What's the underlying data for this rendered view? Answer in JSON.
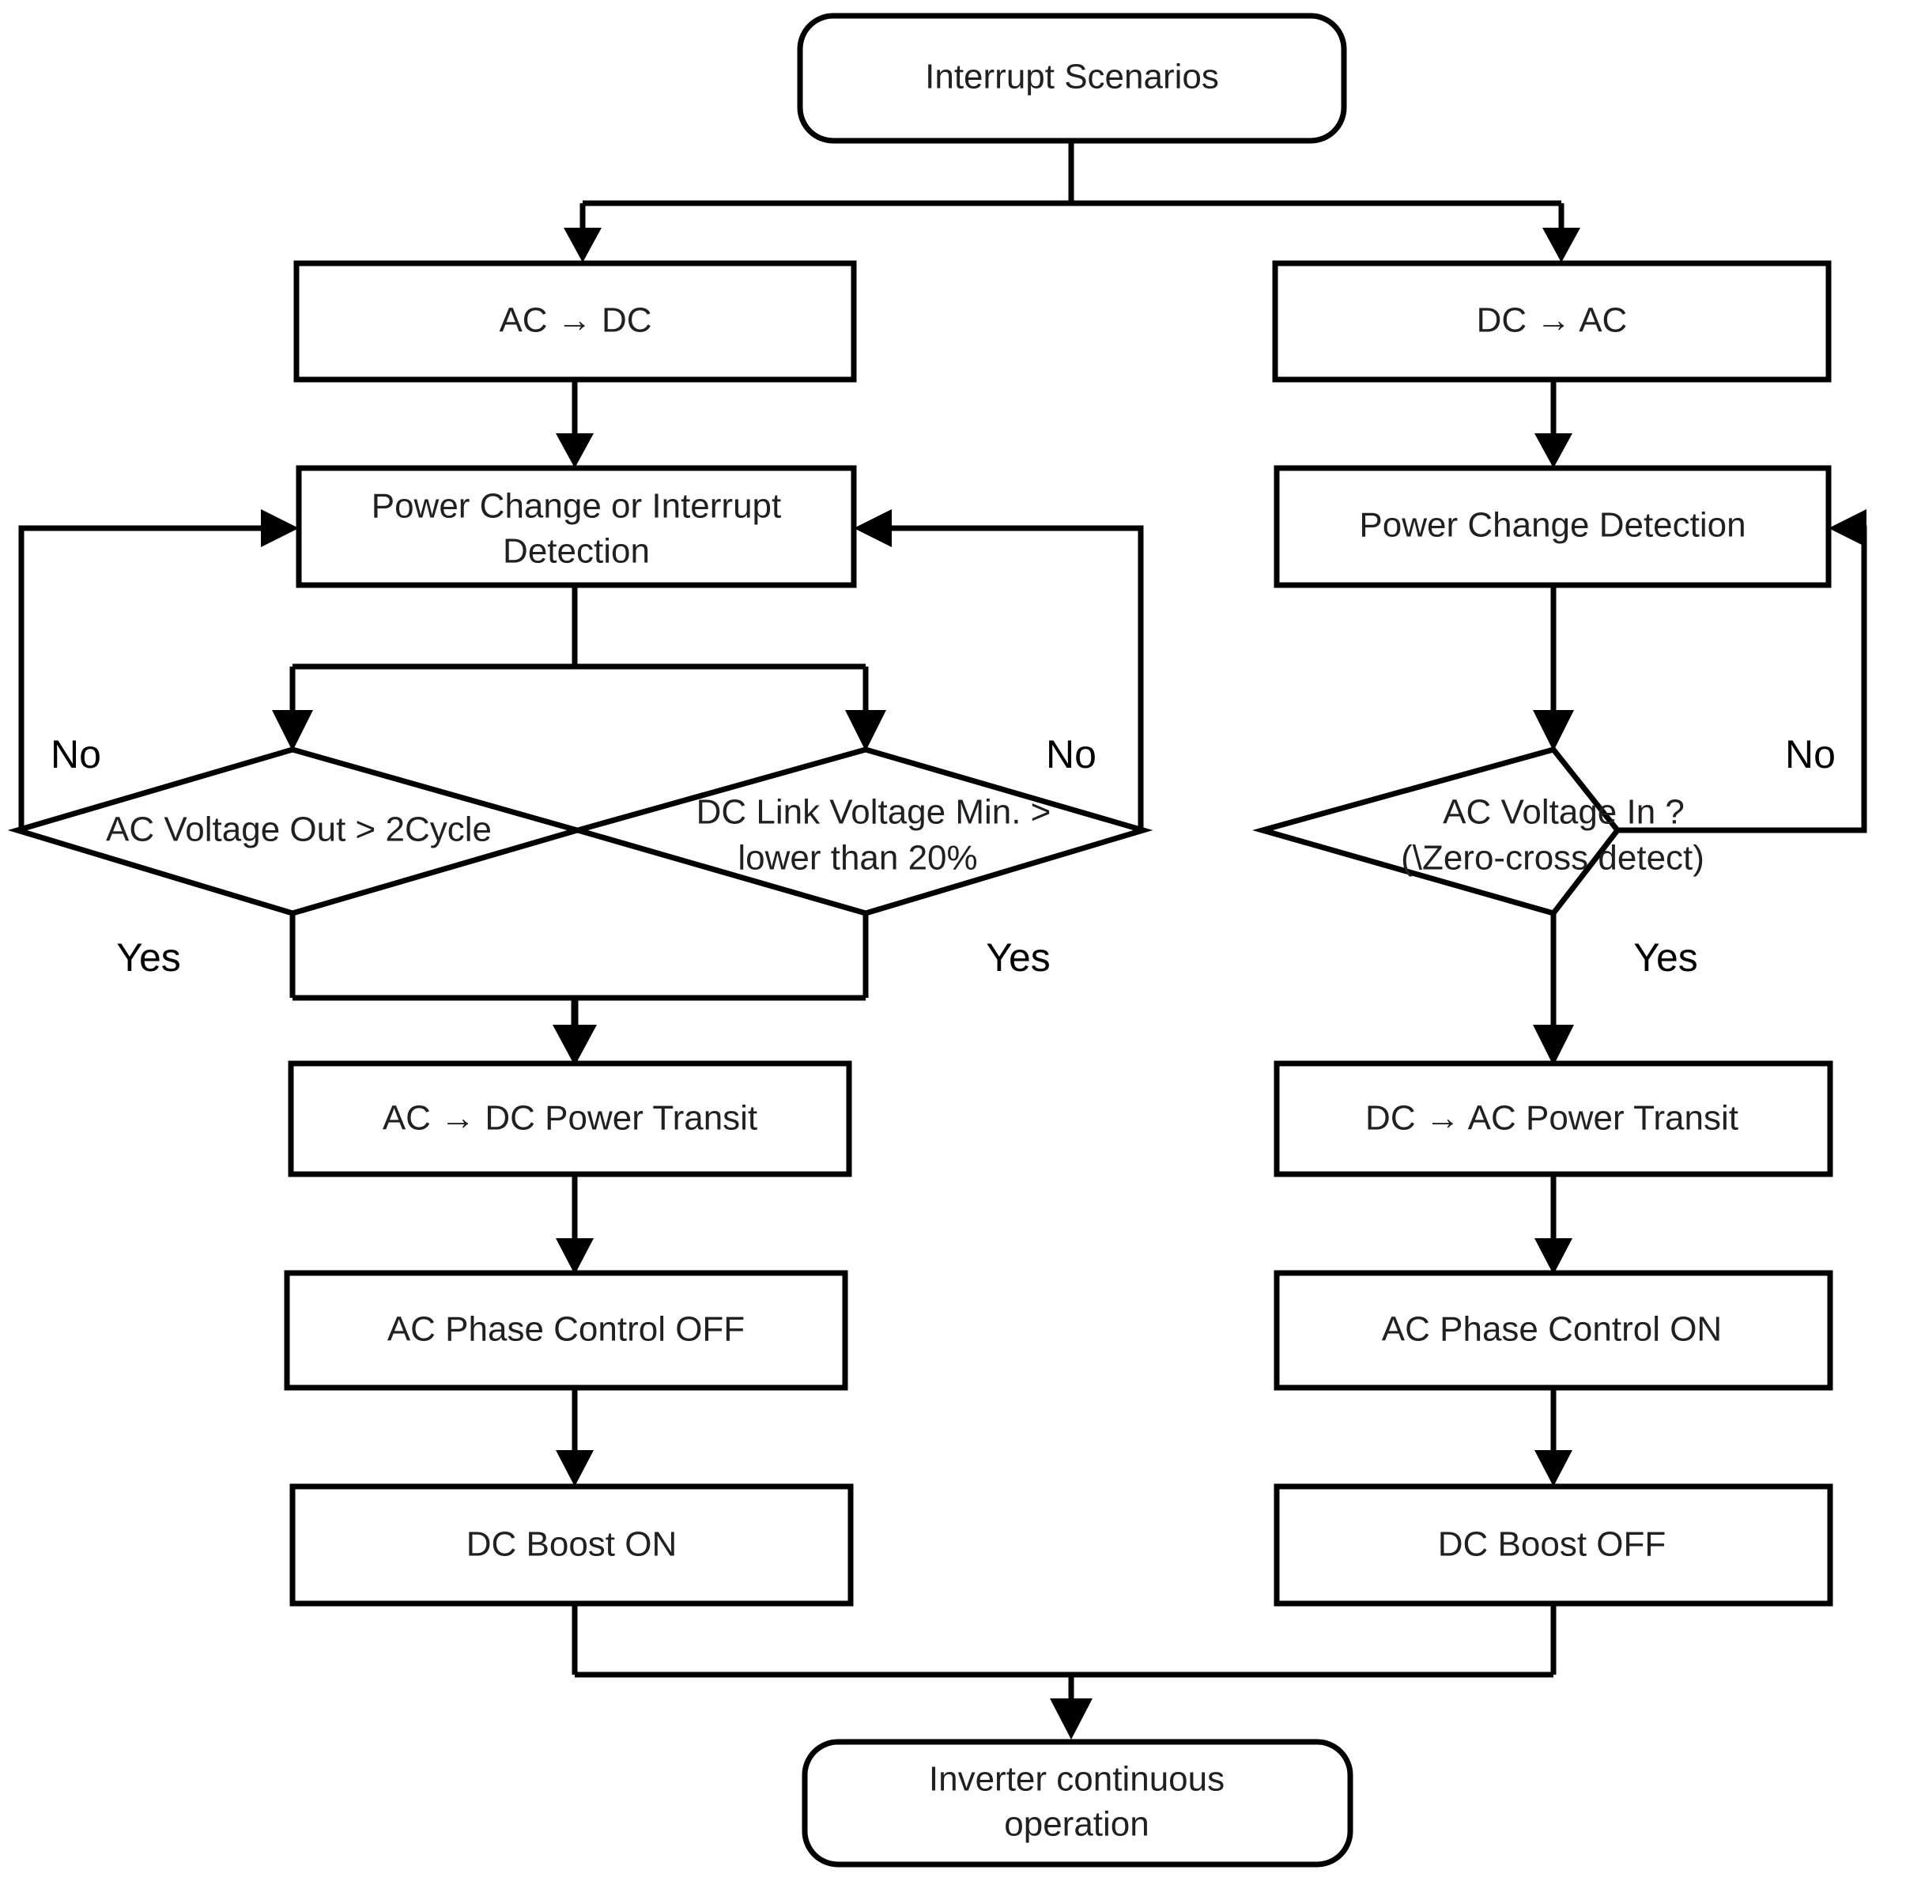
{
  "diagram": {
    "type": "flowchart",
    "title": "Interrupt Scenarios",
    "orientation": "top-down",
    "branches": [
      "AC to DC",
      "DC to AC"
    ]
  },
  "nodes": {
    "start": {
      "label": "Interrupt Scenarios",
      "shape": "rounded-rect"
    },
    "left": {
      "mode": {
        "label": "AC → DC",
        "shape": "rect"
      },
      "detect": {
        "line1": "Power Change  or Interrupt",
        "line2": "Detection",
        "shape": "rect"
      },
      "decision1": {
        "label": "AC Voltage  Out > 2Cycle",
        "shape": "diamond"
      },
      "decision2": {
        "line1": "DC Link Voltage  Min. >",
        "line2": "lower than 20%",
        "shape": "diamond"
      },
      "transit": {
        "label": "AC → DC Power Transit",
        "shape": "rect"
      },
      "phase": {
        "label": "AC Phase Control OFF",
        "shape": "rect"
      },
      "boost": {
        "label": "DC Boost ON",
        "shape": "rect"
      }
    },
    "right": {
      "mode": {
        "label": "DC → AC",
        "shape": "rect"
      },
      "detect": {
        "label": "Power Change Detection",
        "shape": "rect"
      },
      "decision": {
        "line1": "AC Voltage  In ?",
        "line2": "(\\Zero-cross detect)",
        "shape": "diamond"
      },
      "transit": {
        "label": "DC → AC Power Transit",
        "shape": "rect"
      },
      "phase": {
        "label": "AC Phase Control ON",
        "shape": "rect"
      },
      "boost": {
        "label": "DC Boost OFF",
        "shape": "rect"
      }
    },
    "end": {
      "line1": "Inverter continuous",
      "line2": "operation",
      "shape": "rounded-rect"
    }
  },
  "branch_labels": {
    "no_left": "No",
    "yes_left": "Yes",
    "no_middle": "No",
    "yes_middle": "Yes",
    "no_right": "No",
    "yes_right": "Yes"
  },
  "colors": {
    "stroke": "#000000",
    "fill": "#ffffff",
    "text": "#231f20"
  }
}
